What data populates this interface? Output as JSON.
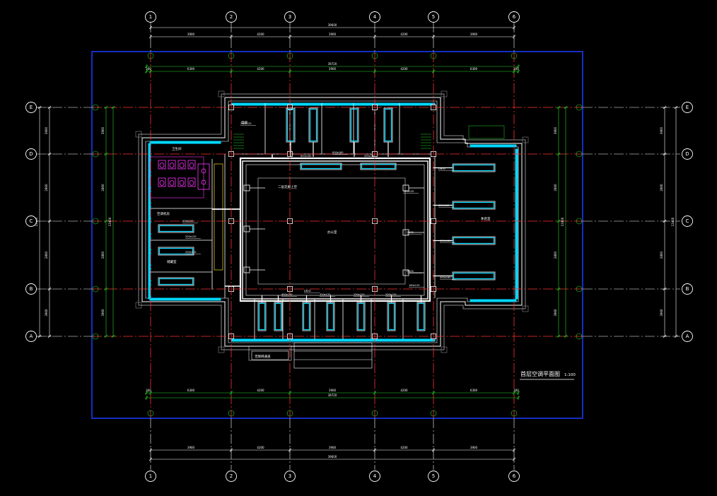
{
  "drawing": {
    "title": "首层空调平面图",
    "scale": "1:100"
  },
  "axes": {
    "vertical": [
      "1",
      "2",
      "3",
      "4",
      "5",
      "6"
    ],
    "horizontal": [
      "E",
      "D",
      "C",
      "B",
      "A"
    ]
  },
  "dimensions": {
    "bay_top": [
      "3900",
      "4200",
      "3900",
      "4200",
      "3900"
    ],
    "overall": "39600",
    "overall_inner": "39720",
    "inner_bays": [
      "6300",
      "4200",
      "3900",
      "4200",
      "6300"
    ],
    "side_bays": [
      "3900",
      "2800",
      "2800",
      "3900"
    ],
    "side_overall": "13400",
    "offset": "300"
  },
  "rooms": {
    "big_room": "办公室",
    "right_room": "休息室",
    "mech_room": "空调机房",
    "corridor_label": "二层走廊上空",
    "toilet": "卫生间",
    "storage": "储藏室",
    "elevator": "电梯",
    "entrance": "无障碍通道"
  },
  "duct_labels": [
    "800x160",
    "630x160",
    "500x160",
    "400x120",
    "320x120",
    "250x120",
    "200x120",
    "160x120",
    "DN32",
    "DN25",
    "DN20"
  ],
  "colors": {
    "axis": "#ff3030",
    "wall": "#ffffff",
    "window": "#00d8ff",
    "dimension": "#29d629",
    "frame": "#1a3cff",
    "fixture": "#ff35ff",
    "duct": "#ffffff",
    "grey_wall": "#888888"
  }
}
